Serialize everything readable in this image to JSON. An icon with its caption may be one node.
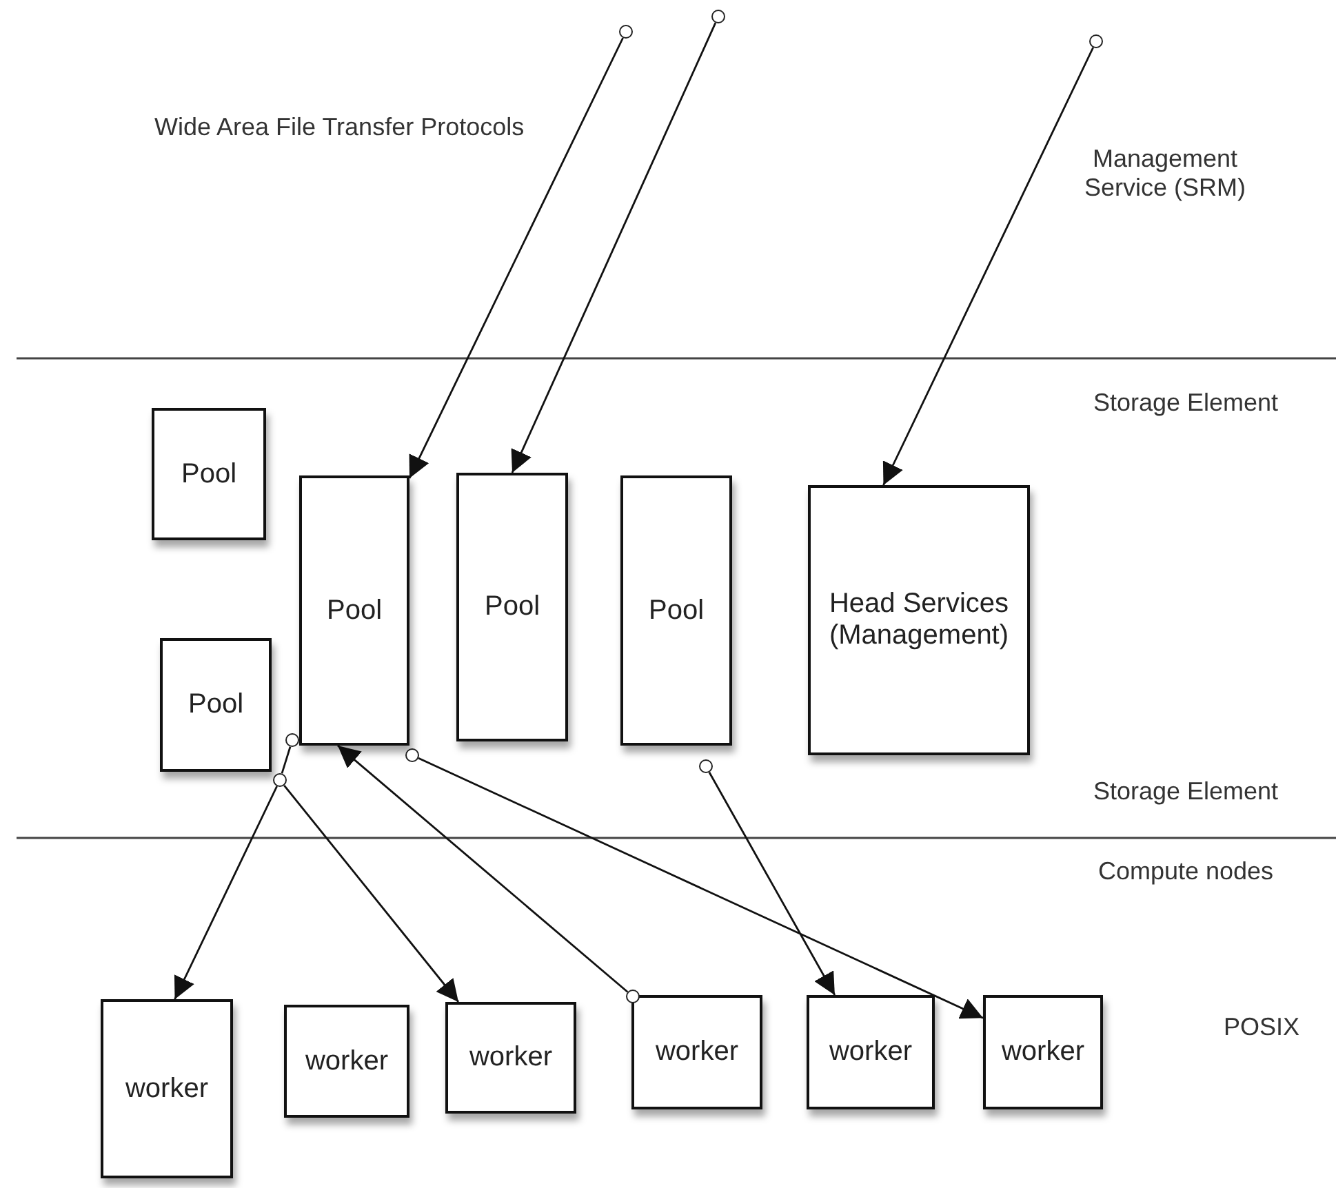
{
  "diagram": {
    "nodes": [
      {
        "text": [
          "Pool"
        ]
      },
      {
        "text": [
          "Pool"
        ]
      },
      {
        "text": [
          "Pool"
        ]
      },
      {
        "text": [
          "Pool"
        ]
      },
      {
        "text": [
          "Head Services (Management)"
        ]
      },
      {
        "text": [
          "Pool"
        ]
      },
      {
        "text": [
          "worker"
        ]
      },
      {
        "text": [
          "worker"
        ]
      },
      {
        "text": [
          "worker"
        ]
      },
      {
        "text": [
          "worker"
        ]
      },
      {
        "text": [
          "worker"
        ]
      },
      {
        "text": [
          "worker"
        ]
      },
      {
        "text": [],
        "shape": "circle"
      },
      {
        "text": [],
        "shape": "circle"
      },
      {
        "text": [],
        "shape": "circle"
      },
      {
        "text": [],
        "shape": "circle"
      },
      {
        "text": [],
        "shape": "circle"
      },
      {
        "text": [],
        "shape": "circle"
      },
      {
        "text": [],
        "shape": "circle"
      },
      {
        "text": [],
        "shape": "circle"
      }
    ],
    "edges": [
      {
        "from": 12,
        "to": 1,
        "arrow": "to"
      },
      {
        "from": 13,
        "to": 2,
        "arrow": "to"
      },
      {
        "from": 14,
        "to": 4,
        "arrow": "to"
      },
      {
        "from": 15,
        "to": 16,
        "arrow": "none"
      },
      {
        "from": 16,
        "to": 6,
        "arrow": "to"
      },
      {
        "from": 16,
        "to": 8,
        "arrow": "to"
      },
      {
        "from": 19,
        "to": 1,
        "arrow": "to"
      },
      {
        "from": 17,
        "to": 11,
        "arrow": "to"
      },
      {
        "from": 18,
        "to": 10,
        "arrow": "to"
      }
    ],
    "labels": [
      "Wide Area File Transfer Protocols",
      "Management Service (SRM)",
      "Storage Element",
      "Storage Element",
      "Compute nodes",
      "POSIX"
    ]
  }
}
